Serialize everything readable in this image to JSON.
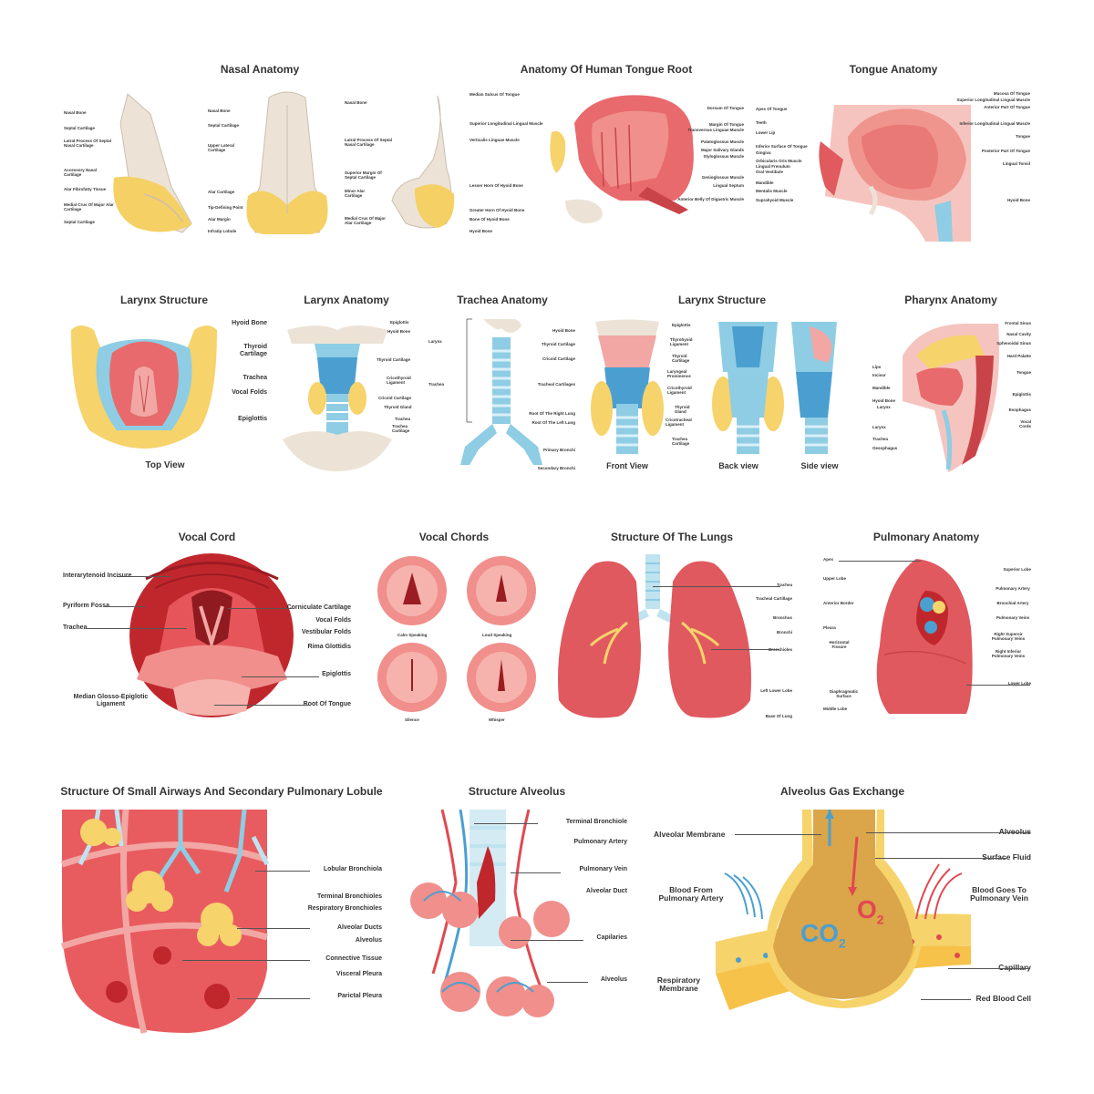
{
  "titles": {
    "nasal": "Nasal Anatomy",
    "tongue_root": "Anatomy Of Human Tongue Root",
    "tongue": "Tongue Anatomy",
    "larynx_structure_1": "Larynx Structure",
    "larynx_anatomy": "Larynx Anatomy",
    "trachea": "Trachea Anatomy",
    "larynx_structure_2": "Larynx Structure",
    "pharynx": "Pharynx Anatomy",
    "vocal_cord": "Vocal Cord",
    "vocal_chords": "Vocal Chords",
    "lungs": "Structure Of The Lungs",
    "pulmonary": "Pulmonary Anatomy",
    "small_airways": "Structure Of Small Airways And Secondary Pulmonary Lobule",
    "alveolus": "Structure Alveolus",
    "gas_exchange": "Alveolus Gas Exchange"
  },
  "captions": {
    "top_view": "Top View",
    "front_view": "Front View",
    "back_view": "Back view",
    "side_view": "Side view",
    "calm": "Calm Speaking",
    "loud": "Loud Speaking",
    "silence": "Silence",
    "whisper": "Whisper"
  },
  "nasal": {
    "left": [
      "Nasal Bone",
      "Septal Cartilage",
      "Latral Process Of Septal Nasal Cartilage",
      "Accessory Nasal Cartilage",
      "Alar Fibrofatty Tissue",
      "Medial Crus Of Major Alar Cartilage",
      "Septal Cartilage"
    ],
    "mid": [
      "Nasal Bone",
      "Septal Cartilage",
      "Upper Lateral Cartilage",
      "Alar Cartilage",
      "Tip-Defining Point",
      "Alar Margin",
      "Infratip Lobule"
    ],
    "right": [
      "Nasal Bone",
      "Latral Process Of Septal Nasal Cartilage",
      "Superior Margin Of Septal Cartilage",
      "Minor Alar Cartilage",
      "Medial Crus Of Major Alar Cartilage"
    ]
  },
  "tongue_root": {
    "left": [
      "Median Sulcus Of Tongue",
      "Superior Longitudinal Lingual Muscle",
      "Verticalis Linguae Muscle",
      "Lesser Horn Of Hyoid Bone",
      "Greater Horn Of Hyoid Bone",
      "Bone Of Hyoid Bone",
      "Hyoid Bone"
    ],
    "right": [
      "Dorsum Of Tongue",
      "Margin Of Tongue",
      "Transversus Linguae Muscle",
      "Palatoglossus Muscle",
      "Major Salivary Glands",
      "Styloglossus Muscle",
      "Genioglossus Muscle",
      "Lingual Septum",
      "Anterior Belly Of Digastric Muscle"
    ]
  },
  "tongue": {
    "left": [
      "Apex Of Tongue",
      "Teeth",
      "Lower Lip",
      "Inferior Surface Of Tongue",
      "Gingiva",
      "Orbicularis Oris Muscle",
      "Lingual Frenulum",
      "Oral Vestibule",
      "Mandible",
      "Mentalis Muscle",
      "Suprahyoid Muscle"
    ],
    "right": [
      "Mucosa Of Tongue",
      "Superior Longitudinal Lingual Muscle",
      "Anterior Part Of Tongue",
      "Inferior Longitudinal Lingual Muscle",
      "Tongue",
      "Posterior Part Of Tongue",
      "Lingual Tonsil",
      "Hyoid Bone"
    ]
  },
  "larynx_top": [
    "Hyoid Bone",
    "Thyroid Cartilage",
    "Trachea",
    "Vocal Folds",
    "Epiglottis"
  ],
  "larynx_anatomy": [
    "Epiglottis",
    "Hyoid Bone",
    "Thyroid Cartilage",
    "Cricothyroid Ligament",
    "Cricoid Cartilage",
    "Thyroid Gland",
    "Trachea",
    "Trachea Cartilage"
  ],
  "trachea": {
    "left": [
      "Larynx",
      "Trachea"
    ],
    "right": [
      "Hyoid Bone",
      "Thyroid Cartilage",
      "Cricoid Cartilage",
      "Tracheal Cartilages",
      "Root Of The Right Lung",
      "Root Of The Left Lung",
      "Primary Bronchi",
      "Secondary Bronchi"
    ]
  },
  "larynx_front": [
    "Epiglottis",
    "Thyrohyoid Ligament",
    "Thyroid Cartilage",
    "Laryngeal Prominence",
    "Cricothyroid Ligament",
    "Thyroid Gland",
    "Cricotracheal Ligament",
    "Trachea Cartilage"
  ],
  "pharynx": {
    "left": [
      "Lips",
      "Incisor",
      "Mandible",
      "Hyoid Bone",
      "Larynx",
      "Larynx",
      "Trachea",
      "Oesophagus"
    ],
    "right": [
      "Frontal Sinus",
      "Nasal Cavity",
      "Sphenoidal Sinus",
      "Hard Palatte",
      "Tongue",
      "Epiglottis",
      "Esophagus",
      "Vocal Cords"
    ]
  },
  "vocal_cord": {
    "left": [
      "Interarytenoid Incisure",
      "Pyriform Fossa",
      "Trachea",
      "Median Glosso-Epiglotic Ligament"
    ],
    "right": [
      "Corniculate Cartilage",
      "Vocal Folds",
      "Vestibular Folds",
      "Rima Glottidis",
      "Epiglottis",
      "Root Of Tongue"
    ]
  },
  "lungs": [
    "Trachea",
    "Tracheal Cartillage",
    "Bronchus",
    "Bronchi",
    "Bronchioles",
    "Left Lower Lobe",
    "Base Of Lung"
  ],
  "pulmonary": {
    "left": [
      "Apex",
      "Upper Lobe",
      "Anterior Border",
      "Pleura",
      "Horizontal Fissure",
      "Diaphragmatic Surface",
      "Middle Lobe"
    ],
    "right": [
      "Superior Lobe",
      "Pulmonary Artery",
      "Bronchial Artery",
      "Pulmonary Veins",
      "Right Superoir Pulmonary Veins",
      "Right Inferior Pulmonary Veins",
      "Lower Lobe"
    ]
  },
  "small_airways": [
    "Lobular Bronchiola",
    "Terminal Bronchioles",
    "Respiratory Bronchioles",
    "Alveolar Ducts",
    "Alveolus",
    "Connective Tissue",
    "Visceral Pleura",
    "Parictal Pleura"
  ],
  "alveolus_struct": [
    "Terminal Bronchiole",
    "Pulmonary Artery",
    "Pulmonary Vein",
    "Alveolar Duct",
    "Capilaries",
    "Alveolus"
  ],
  "gas_exchange": {
    "left": [
      "Alveolar Membrane",
      "Blood From Pulmonary Artery",
      "Respiratory Membrane"
    ],
    "right": [
      "Alveolus",
      "Surface Fluid",
      "Blood Goes To Pulmonary Vein",
      "Capillary",
      "Red Blood Cell"
    ],
    "co2": "CO",
    "co2_sub": "2",
    "o2": "O",
    "o2_sub": "2"
  },
  "colors": {
    "muscle_red": "#e05a5e",
    "pink": "#f2a7a4",
    "cartilage_blue": "#8ecde4",
    "fat_yellow": "#f6d36b",
    "bone_beige": "#ece3d6",
    "vein_blue": "#4b9fd0",
    "artery_red": "#e0494f"
  }
}
